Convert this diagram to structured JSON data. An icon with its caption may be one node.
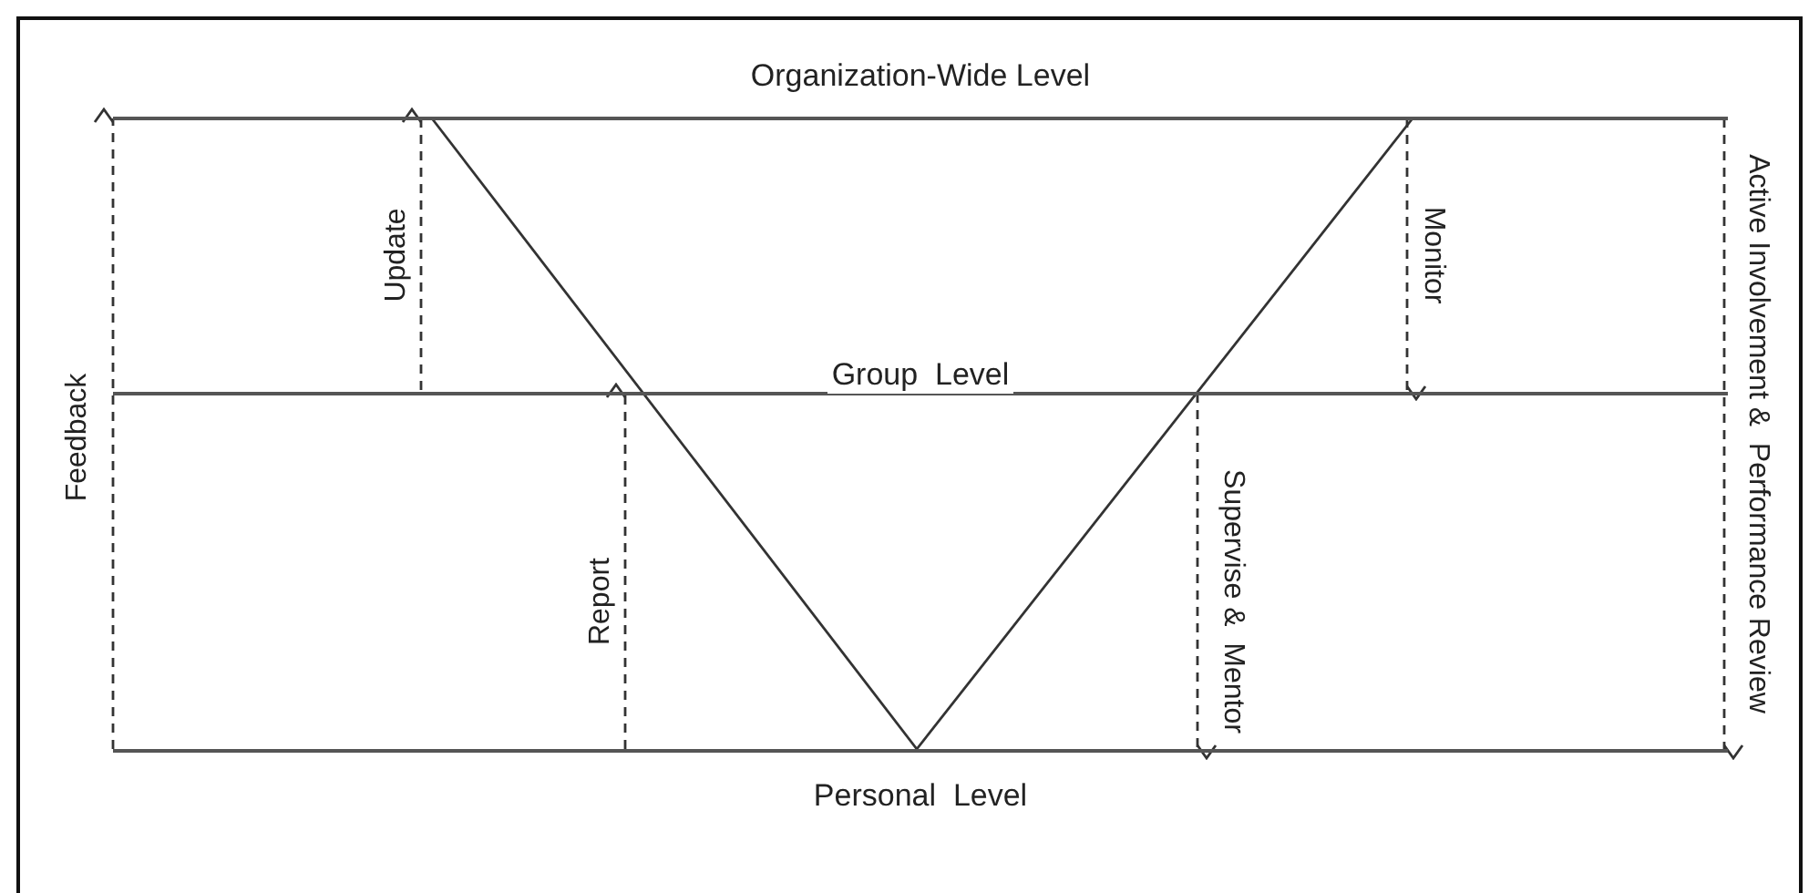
{
  "diagram": {
    "nodes": [
      {
        "text": [
          "Organization-Wide Level"
        ]
      },
      {
        "text": [
          "Group  Level"
        ]
      },
      {
        "text": [
          "Personal  Level"
        ]
      }
    ],
    "edges": [
      {
        "from": 2,
        "to": 0,
        "arrow": "to",
        "style": "dashed",
        "label": "Feedback"
      },
      {
        "from": 1,
        "to": 0,
        "arrow": "to",
        "style": "dashed",
        "label": "Update"
      },
      {
        "from": 2,
        "to": 1,
        "arrow": "to",
        "style": "dashed",
        "label": "Report"
      },
      {
        "from": 0,
        "to": 1,
        "arrow": "to",
        "style": "dashed",
        "label": "Monitor"
      },
      {
        "from": 1,
        "to": 2,
        "arrow": "to",
        "style": "dashed",
        "label": "Supervise &  Mentor"
      },
      {
        "from": 0,
        "to": 2,
        "arrow": "to",
        "style": "dashed",
        "label": "Active Involvement &  Performance Review"
      }
    ]
  }
}
